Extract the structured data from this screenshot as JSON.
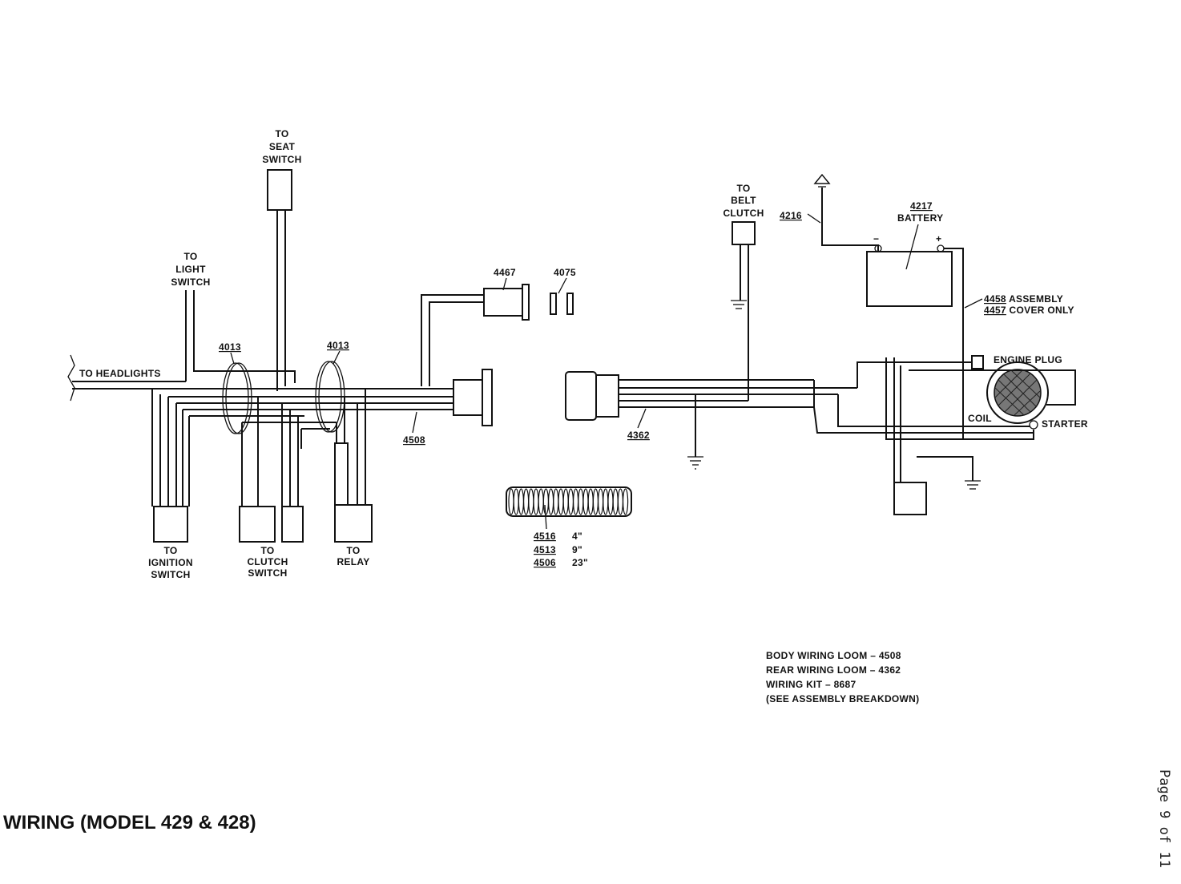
{
  "page": {
    "title": "WIRING (MODEL 429 & 428)",
    "page_number": "Page 9 of 11"
  },
  "labels": {
    "to_seat_switch": [
      "TO",
      "SEAT",
      "SWITCH"
    ],
    "to_light_switch": [
      "TO",
      "LIGHT",
      "SWITCH"
    ],
    "to_headlights": "TO HEADLIGHTS",
    "clamp_left": "4013",
    "clamp_right": "4013",
    "body_loom": "4508",
    "grommet": "4467",
    "fuse": "4075",
    "rear_loom": "4362",
    "to_belt_clutch": [
      "TO",
      "BELT",
      "CLUTCH"
    ],
    "cable_4216": "4216",
    "battery_part": "4217",
    "battery": "BATTERY",
    "battery_minus": "−",
    "battery_plus": "+",
    "assembly_line1": "4458 ASSEMBLY",
    "assembly_line2": "4457 COVER ONLY",
    "engine_plug": "ENGINE PLUG",
    "coil": "COIL",
    "starter": "STARTER",
    "to_ignition_switch": [
      "TO",
      "IGNITION",
      "SWITCH"
    ],
    "to_clutch_switch": [
      "TO",
      "CLUTCH",
      "SWITCH"
    ],
    "to_relay": [
      "TO",
      "RELAY"
    ],
    "spring_parts": [
      {
        "part": "4516",
        "length": "4\""
      },
      {
        "part": "4513",
        "length": "9\""
      },
      {
        "part": "4506",
        "length": "23\""
      }
    ],
    "notes": [
      "BODY WIRING LOOM  – 4508",
      "REAR WIRING LOOM  – 4362",
      "WIRING KIT  – 8687",
      "(SEE ASSEMBLY BREAKDOWN)"
    ]
  }
}
